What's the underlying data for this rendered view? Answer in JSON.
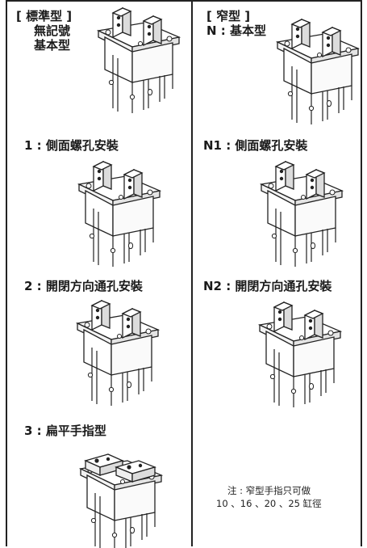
{
  "left_column": {
    "standard_header": {
      "bracket_title": "[ 標準型 ]",
      "line2": "無記號",
      "line3": "基本型"
    },
    "option_1": "1 : 側面螺孔安裝",
    "option_2": "2 : 開閉方向通孔安裝",
    "option_3": "3 : 扁平手指型"
  },
  "right_column": {
    "narrow_header": {
      "bracket_title": "[ 窄型 ]",
      "line2": "N : 基本型"
    },
    "option_n1": "N1 : 側面螺孔安裝",
    "option_n2": "N2 : 開閉方向通孔安裝"
  },
  "note": {
    "line1": "注 : 窄型手指只可做",
    "line2": "10 、16 、20 、25 缸徑"
  }
}
